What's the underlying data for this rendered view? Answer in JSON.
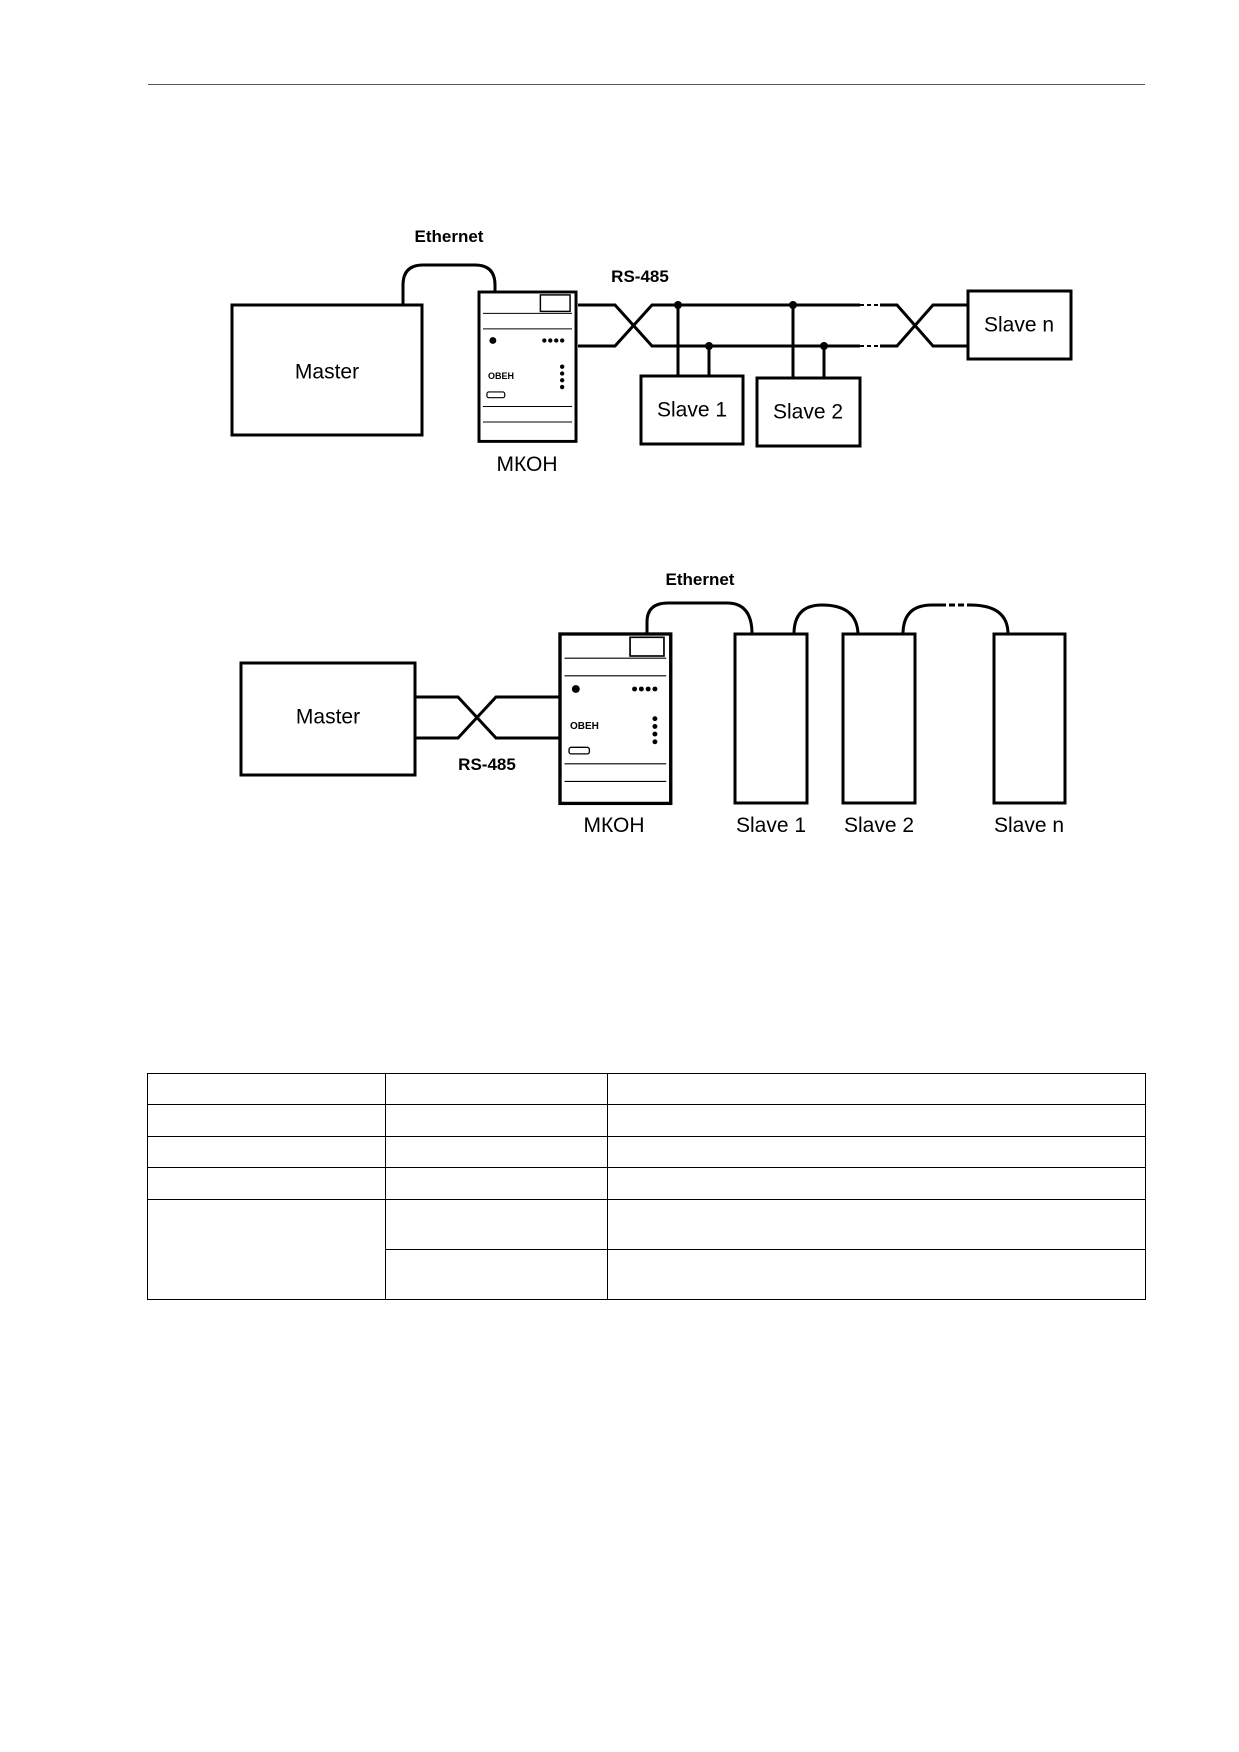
{
  "diagram_top": {
    "master_label": "Master",
    "gateway_label": "МКОН",
    "ethernet_label": "Ethernet",
    "rs485_label": "RS-485",
    "slaves": [
      "Slave 1",
      "Slave 2",
      "Slave n"
    ]
  },
  "diagram_bottom": {
    "master_label": "Master",
    "gateway_label": "МКОН",
    "ethernet_label": "Ethernet",
    "rs485_label": "RS-485",
    "slaves": [
      "Slave 1",
      "Slave 2",
      "Slave n"
    ]
  },
  "device": {
    "brand_mark": "ОВЕН"
  },
  "table": {
    "rows": 6
  }
}
